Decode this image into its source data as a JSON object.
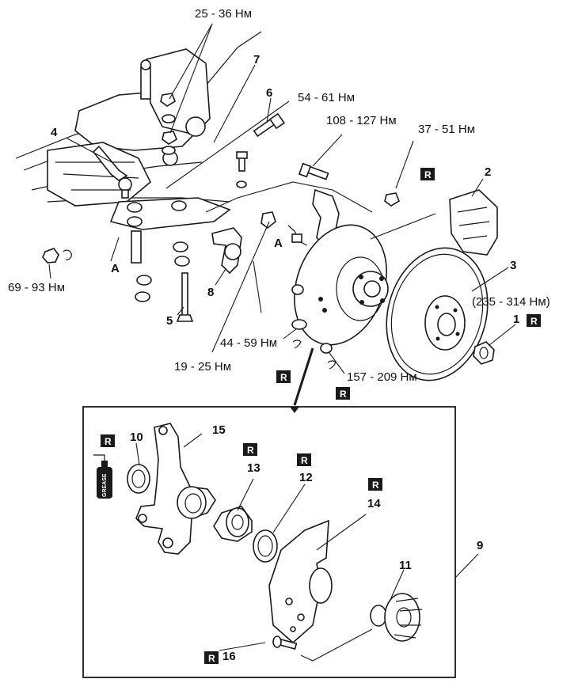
{
  "torque": {
    "t1": "25 - 36 Нм",
    "t2": "54 - 61 Нм",
    "t3": "108 - 127 Нм",
    "t4": "37 - 51 Нм",
    "t5": "69 - 93 Нм",
    "t6": "(235 - 314 Нм)",
    "t7": "44 - 59 Нм",
    "t8": "19 - 25 Нм",
    "t9": "157 - 209 Нм"
  },
  "marks": {
    "a1": "A",
    "a2": "A",
    "r": "R"
  },
  "parts": {
    "p1": "1",
    "p2": "2",
    "p3": "3",
    "p4": "4",
    "p5": "5",
    "p6": "6",
    "p7": "7",
    "p8": "8",
    "p9": "9",
    "p10": "10",
    "p11": "11",
    "p12": "12",
    "p13": "13",
    "p14": "14",
    "p15": "15",
    "p16": "16"
  },
  "grease_can_label": "GREASE"
}
